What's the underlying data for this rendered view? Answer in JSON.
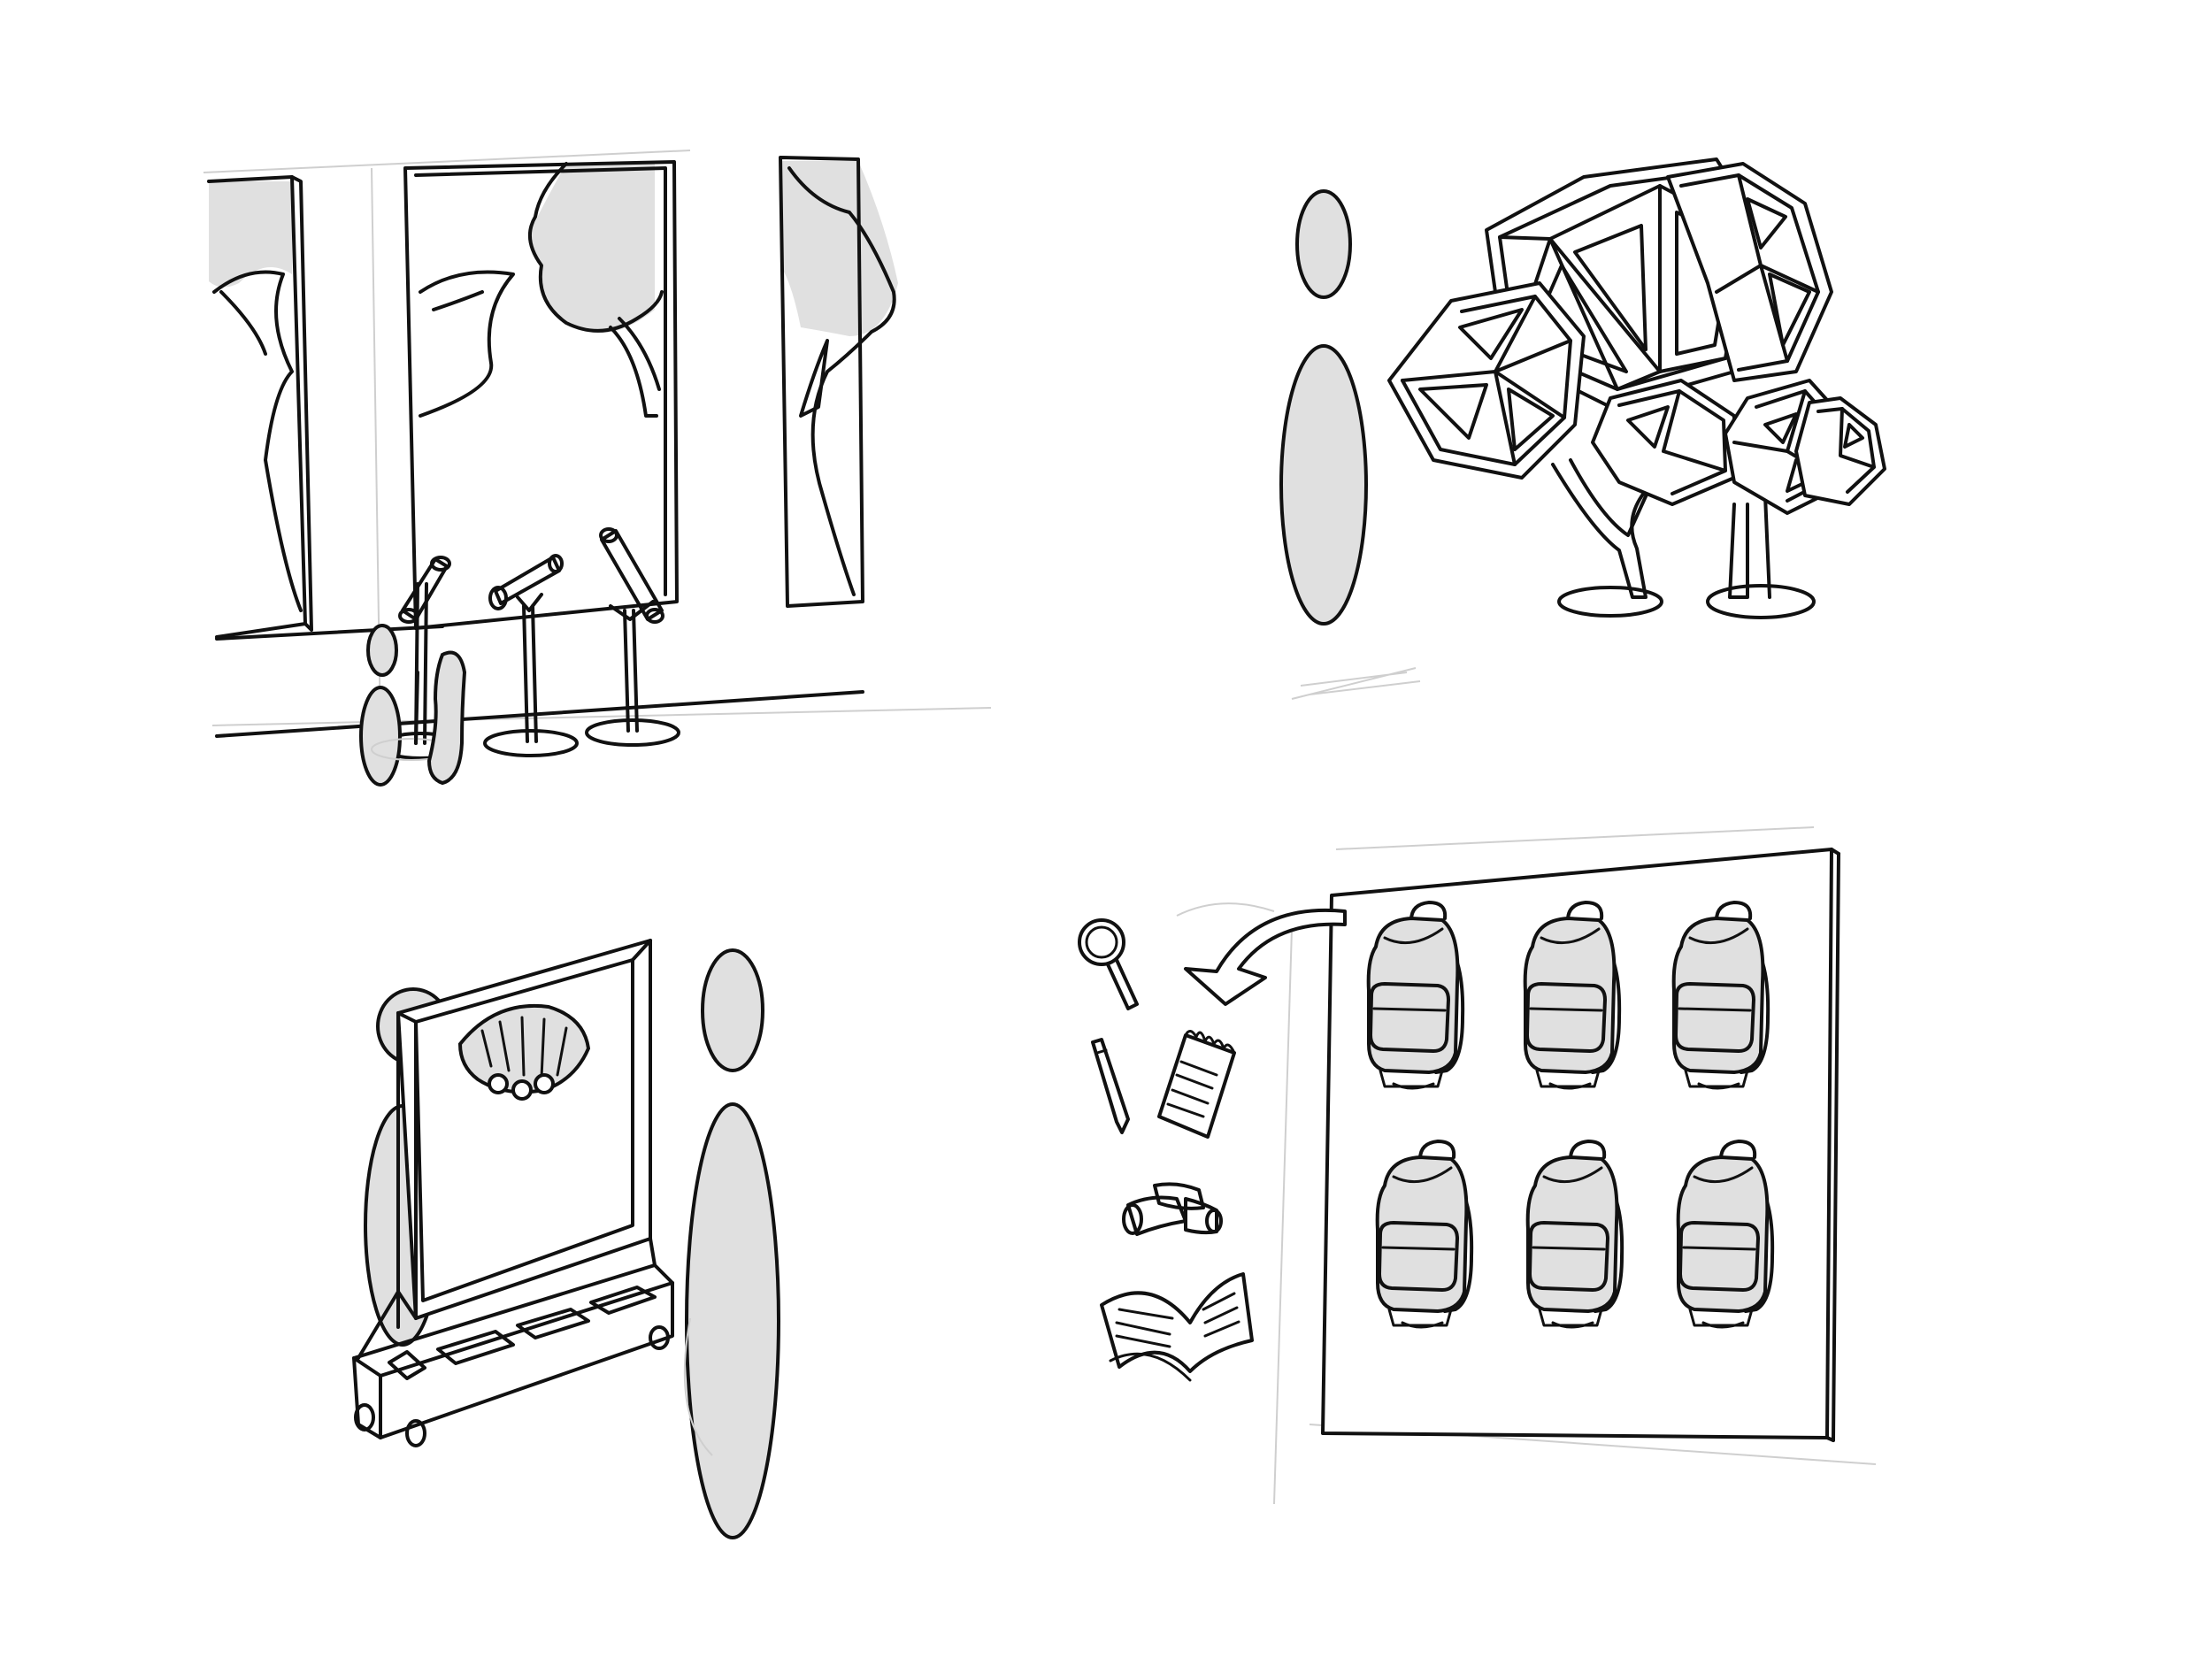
{
  "illustration": {
    "panels": [
      {
        "id": "window-telescopes",
        "icons": [
          "window-icon",
          "tree-icon",
          "telescope-icon",
          "person-child-icon"
        ]
      },
      {
        "id": "geodesic-tree",
        "icons": [
          "icosahedron-tree-icon",
          "person-icon"
        ]
      },
      {
        "id": "display-cart",
        "icons": [
          "whiteboard-cart-icon",
          "shell-icon",
          "person-icon"
        ]
      },
      {
        "id": "backpack-wall",
        "icons": [
          "backpack-icon",
          "magnifier-icon",
          "pencil-icon",
          "notepad-icon",
          "binoculars-icon",
          "book-icon",
          "curved-arrow-icon"
        ]
      }
    ],
    "colors": {
      "ink": "#111111",
      "fill": "#e0e0e0",
      "background": "#ffffff",
      "sketch": "#cfcfcf"
    },
    "backpack_count": 6
  }
}
